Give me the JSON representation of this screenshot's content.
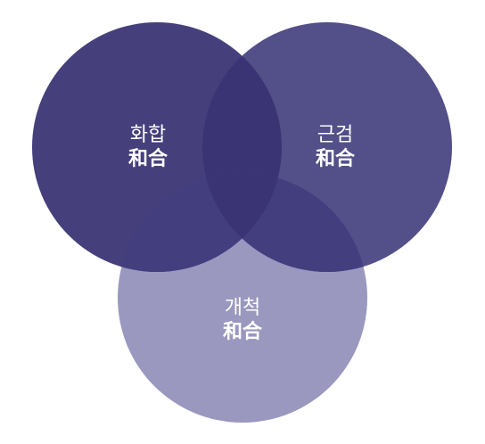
{
  "diagram": {
    "circles": [
      {
        "id": "top-left",
        "korean": "화합",
        "hanja": "和合",
        "color": "#453f7c"
      },
      {
        "id": "top-right",
        "korean": "근검",
        "hanja": "和合",
        "color": "#524f89"
      },
      {
        "id": "bottom",
        "korean": "개척",
        "hanja": "和合",
        "color": "#9a98bf"
      }
    ],
    "overlap_colors": {
      "top-left_top-right": "#3a3475",
      "with_bottom": "#433e7e"
    }
  }
}
